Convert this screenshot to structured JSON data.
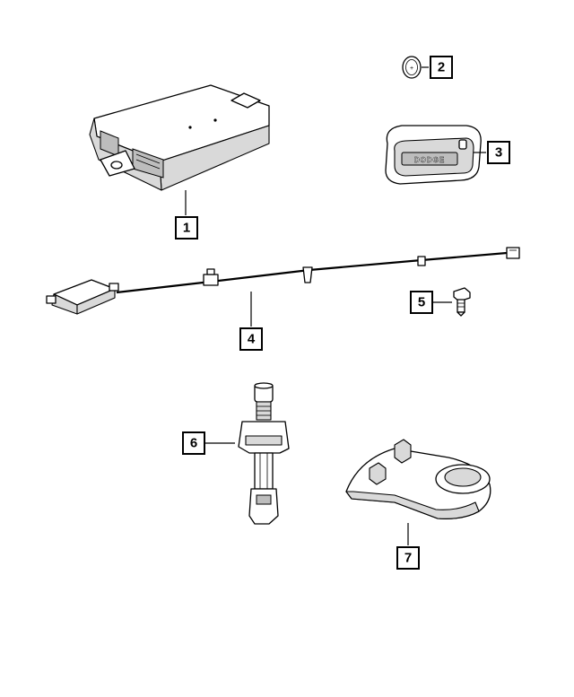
{
  "callouts": [
    {
      "id": "1",
      "label": "1"
    },
    {
      "id": "2",
      "label": "2"
    },
    {
      "id": "3",
      "label": "3"
    },
    {
      "id": "4",
      "label": "4"
    },
    {
      "id": "5",
      "label": "5"
    },
    {
      "id": "6",
      "label": "6"
    },
    {
      "id": "7",
      "label": "7"
    }
  ],
  "key_fob": {
    "brand_text": "DODGE"
  },
  "colors": {
    "line": "#000000",
    "fill": "#ffffff",
    "shade": "#d9d9d9"
  }
}
